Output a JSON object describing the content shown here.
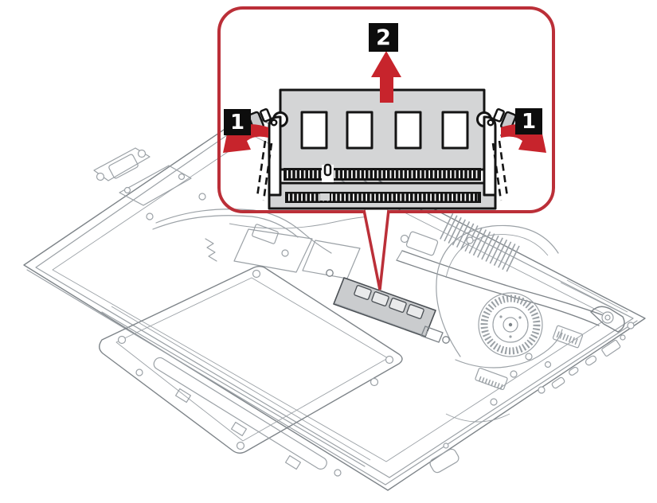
{
  "figure": {
    "kind": "hardware-service-illustration",
    "subject": "Laptop memory module removal",
    "description": "Bottom view of an opened laptop with an enlarged callout showing the SO-DIMM memory module being released from its slot"
  },
  "steps": {
    "step1_left": "1",
    "step2": "2",
    "step1_right": "1"
  },
  "colors": {
    "accent_red": "#C7242C",
    "callout_border": "#BB2F38",
    "line_gray": "#9BA1A6",
    "line_dark": "#7E8489",
    "module_gray": "#D4D5D6",
    "onboard_module_gray": "#CACCCE",
    "ink_black": "#141414",
    "badge_bg": "#0D0D0D",
    "badge_fg": "#FFFFFF",
    "background": "#FFFFFF"
  }
}
